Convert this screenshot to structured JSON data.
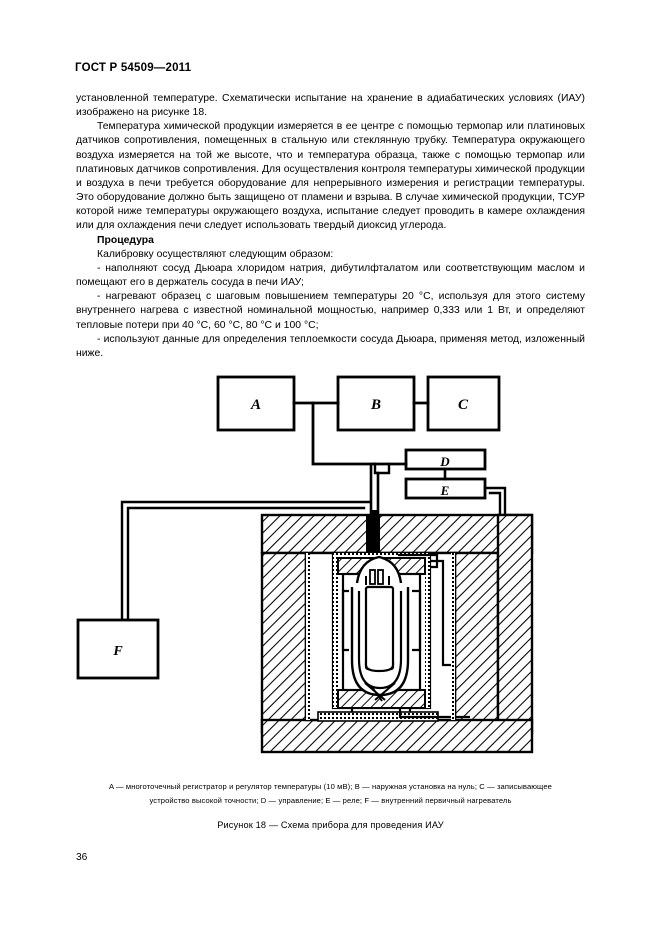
{
  "document": {
    "standard_header": "ГОСТ Р 54509—2011",
    "page_number": "36"
  },
  "body": {
    "paragraphs": [
      {
        "id": "para-continuation",
        "indent": false,
        "text": "установленной температуре. Схематически испытание на хранение в адиабатических условиях (ИАУ) изображено на рисунке 18."
      },
      {
        "id": "para-temperature-measurement",
        "indent": true,
        "text": "Температура химической продукции измеряется в ее центре с помощью термопар или платиновых датчиков сопротивления, помещенных в стальную или стеклянную трубку. Температура окружающего воздуха измеряется на той же высоте, что и температура образца, также с помощью термопар или платиновых датчиков сопротивления. Для осуществления контроля температуры химической продукции и воздуха в печи требуется оборудование для непрерывного измерения и регистрации температуры. Это оборудование должно быть защищено от пламени и взрыва. В случае химической продукции, ТСУР которой ниже температуры окружающего воздуха, испытание следует проводить в камере охлаждения или для охлаждения печи следует использовать твердый диоксид углерода."
      }
    ],
    "procedure_heading": "Процедура",
    "procedure_intro": "Калибровку осуществляют следующим образом:",
    "procedure_items": [
      "- наполняют сосуд Дьюара хлоридом натрия, дибутилфталатом или соответствующим маслом и помещают его в держатель сосуда в печи ИАУ;",
      "- нагревают образец с шаговым повышением температуры 20 °С, используя для этого систему внутреннего нагрева с известной номинальной мощностью, например 0,333 или 1 Вт, и определяют тепловые потери при 40 °С, 60 °С, 80 °С и 100 °С;",
      "- используют данные для определения теплоемкости сосуда Дьюара, применяя метод, изложенный ниже."
    ]
  },
  "figure": {
    "blocks": {
      "a": "A",
      "b": "B",
      "c": "C",
      "d": "D",
      "e": "E",
      "f": "F"
    },
    "caption_line_1": "A — многоточечный регистратор и регулятор температуры (10 мВ); B — наружная установка на нуль; C —  записывающее",
    "caption_line_2": "устройство высокой точности; D — управление; E —  реле; F — внутренний первичный нагреватель",
    "title": "Рисунок 18 —  Схема прибора для проведения ИАУ"
  },
  "colors": {
    "ink": "#000000",
    "paper": "#ffffff"
  }
}
